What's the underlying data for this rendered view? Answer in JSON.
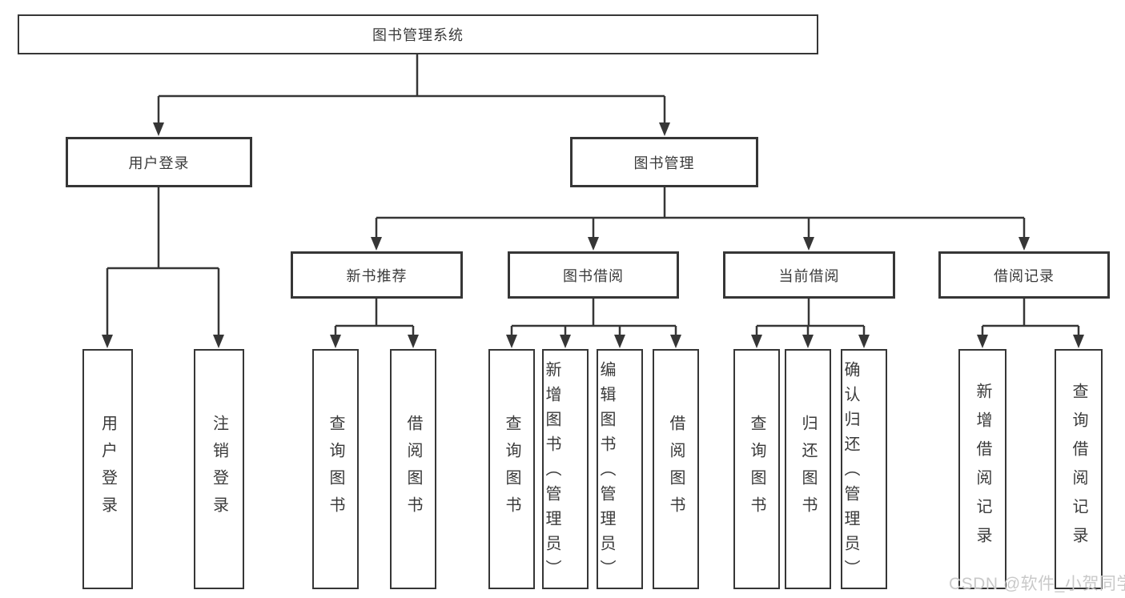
{
  "watermark": "CSDN @软件_小贺同学",
  "colors": {
    "line": "#363636",
    "box_border": "#363636",
    "text": "#3a3a3a",
    "watermark": "#c9c9c9",
    "background": "#ffffff"
  },
  "tree": {
    "root": {
      "label": "图书管理系统"
    },
    "user_login": {
      "label": "用户登录",
      "children": [
        {
          "label": "用户登录"
        },
        {
          "label": "注销登录"
        }
      ]
    },
    "book_management": {
      "label": "图书管理",
      "children": [
        {
          "label": "新书推荐",
          "children": [
            {
              "label": "查询图书"
            },
            {
              "label": "借阅图书"
            }
          ]
        },
        {
          "label": "图书借阅",
          "children": [
            {
              "label": "查询图书"
            },
            {
              "label": "新增图书（管理员）"
            },
            {
              "label": "编辑图书（管理员）"
            },
            {
              "label": "借阅图书"
            }
          ]
        },
        {
          "label": "当前借阅",
          "children": [
            {
              "label": "查询图书"
            },
            {
              "label": "归还图书"
            },
            {
              "label": "确认归还（管理员）"
            }
          ]
        },
        {
          "label": "借阅记录",
          "children": [
            {
              "label": "新增借阅记录"
            },
            {
              "label": "查询借阅记录"
            }
          ]
        }
      ]
    }
  }
}
